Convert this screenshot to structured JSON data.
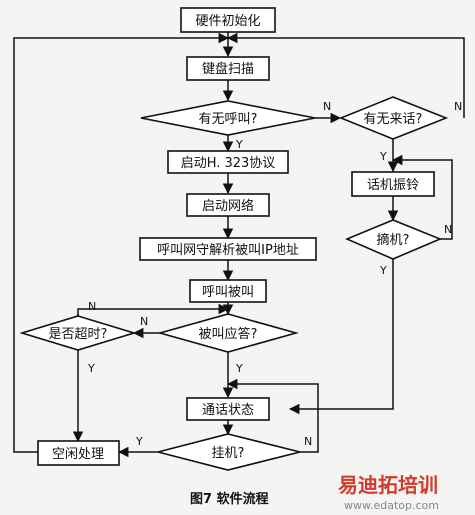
{
  "nodes": {
    "init": "硬件初始化",
    "scan": "键盘扫描",
    "call_q": "有无呼叫?",
    "incoming_q": "有无来话?",
    "h323": "启动H. 323协议",
    "network": "启动网络",
    "resolve": "呼叫网守解析被叫IP地址",
    "ringing_out": "呼叫被叫",
    "ring": "话机振铃",
    "offhook_q": "摘机?",
    "timeout_q": "是否超时?",
    "answer_q": "被叫应答?",
    "talk": "通话状态",
    "idle": "空闲处理",
    "hangup_q": "挂机?"
  },
  "edges": {
    "n": "N",
    "y": "Y"
  },
  "caption": "图7  软件流程",
  "watermark": {
    "brand_cn": "易迪拓培训",
    "url": "www.edatop.com"
  }
}
